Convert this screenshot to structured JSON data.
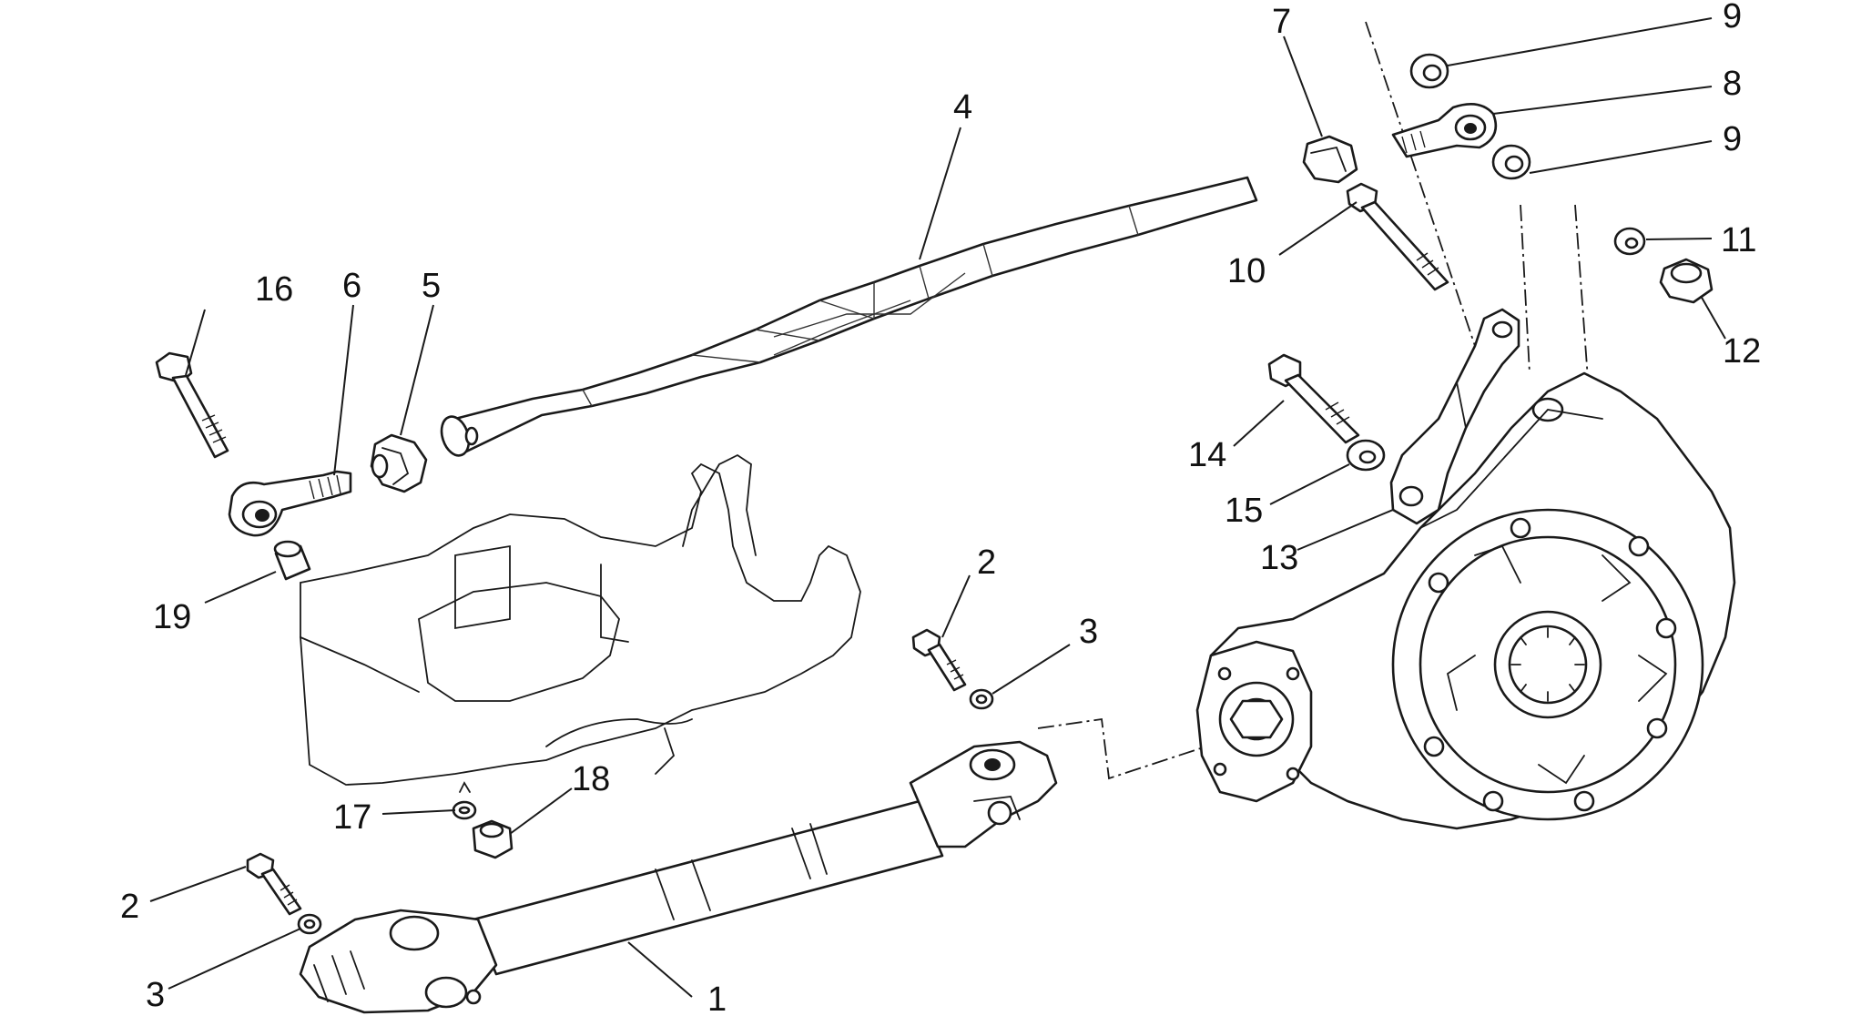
{
  "diagram": {
    "callouts": [
      {
        "id": "c1",
        "text": "1"
      },
      {
        "id": "c2a",
        "text": "2"
      },
      {
        "id": "c2b",
        "text": "2"
      },
      {
        "id": "c3a",
        "text": "3"
      },
      {
        "id": "c3b",
        "text": "3"
      },
      {
        "id": "c4",
        "text": "4"
      },
      {
        "id": "c5",
        "text": "5"
      },
      {
        "id": "c6",
        "text": "6"
      },
      {
        "id": "c7",
        "text": "7"
      },
      {
        "id": "c8",
        "text": "8"
      },
      {
        "id": "c9a",
        "text": "9"
      },
      {
        "id": "c9b",
        "text": "9"
      },
      {
        "id": "c10",
        "text": "10"
      },
      {
        "id": "c11",
        "text": "11"
      },
      {
        "id": "c12",
        "text": "12"
      },
      {
        "id": "c13",
        "text": "13"
      },
      {
        "id": "c14",
        "text": "14"
      },
      {
        "id": "c15",
        "text": "15"
      },
      {
        "id": "c16",
        "text": "16"
      },
      {
        "id": "c17",
        "text": "17"
      },
      {
        "id": "c18",
        "text": "18"
      },
      {
        "id": "c19",
        "text": "19"
      }
    ]
  }
}
